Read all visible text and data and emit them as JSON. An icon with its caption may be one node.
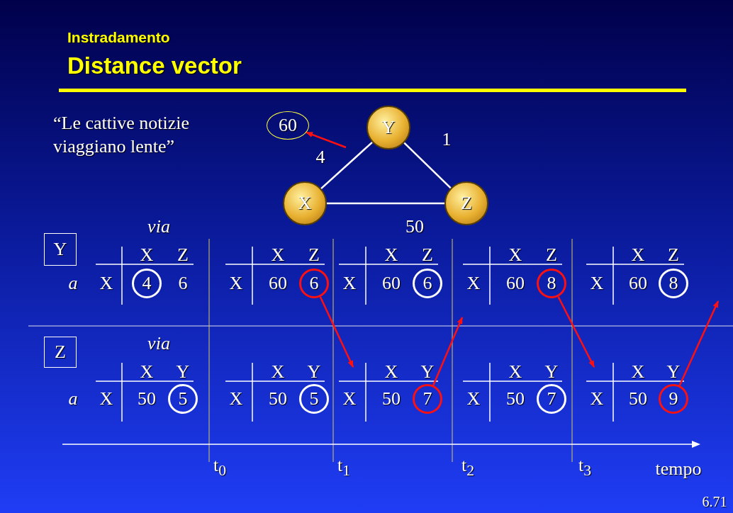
{
  "diagram": {
    "title": "Distance vector",
    "nodes": [
      {
        "text": [
          "60"
        ]
      },
      {
        "text": [
          "Y"
        ]
      },
      {
        "text": [
          "X"
        ]
      },
      {
        "text": [
          "Z"
        ]
      },
      {
        "text": [
          "Y"
        ]
      },
      {
        "text": [
          "4"
        ]
      },
      {
        "text": [
          "6"
        ]
      },
      {
        "text": [
          "6"
        ]
      },
      {
        "text": [
          "8"
        ]
      },
      {
        "text": [
          "8"
        ]
      },
      {
        "text": [
          "Z"
        ]
      },
      {
        "text": [
          "5"
        ]
      },
      {
        "text": [
          "5"
        ]
      },
      {
        "text": [
          "7"
        ]
      },
      {
        "text": [
          "7"
        ]
      },
      {
        "text": [
          "9"
        ]
      }
    ],
    "edges": [
      {
        "from": 1,
        "to": 2,
        "arrow": "none",
        "label": "4",
        "color": "#ffffff"
      },
      {
        "from": 1,
        "to": 3,
        "arrow": "none",
        "label": "1",
        "color": "#ffffff"
      },
      {
        "from": 2,
        "to": 3,
        "arrow": "none",
        "label": "50",
        "color": "#ffffff"
      },
      {
        "from": null,
        "to": 0,
        "arrow": "to"
      },
      {
        "from": 6,
        "to": null,
        "arrow": "to"
      },
      {
        "from": 13,
        "to": null,
        "arrow": "to"
      },
      {
        "from": 8,
        "to": null,
        "arrow": "to"
      },
      {
        "from": 15,
        "to": null,
        "arrow": "to"
      }
    ],
    "labels": [
      "Instradamento",
      "“Le cattive notizie viaggiano lente”",
      "via",
      "a",
      "X",
      "Z",
      "X",
      "6",
      "X",
      "Z",
      "X",
      "60",
      "X",
      "Z",
      "X",
      "60",
      "X",
      "Z",
      "X",
      "60",
      "X",
      "Z",
      "X",
      "60",
      "via",
      "a",
      "X",
      "Y",
      "X",
      "50",
      "X",
      "Y",
      "X",
      "50",
      "X",
      "Y",
      "X",
      "50",
      "X",
      "Y",
      "X",
      "50",
      "X",
      "Y",
      "X",
      "50",
      "t$_{0}$",
      "t$_{1}$",
      "t$_{2}$",
      "t$_{3}$",
      "tempo",
      "6.71"
    ]
  }
}
